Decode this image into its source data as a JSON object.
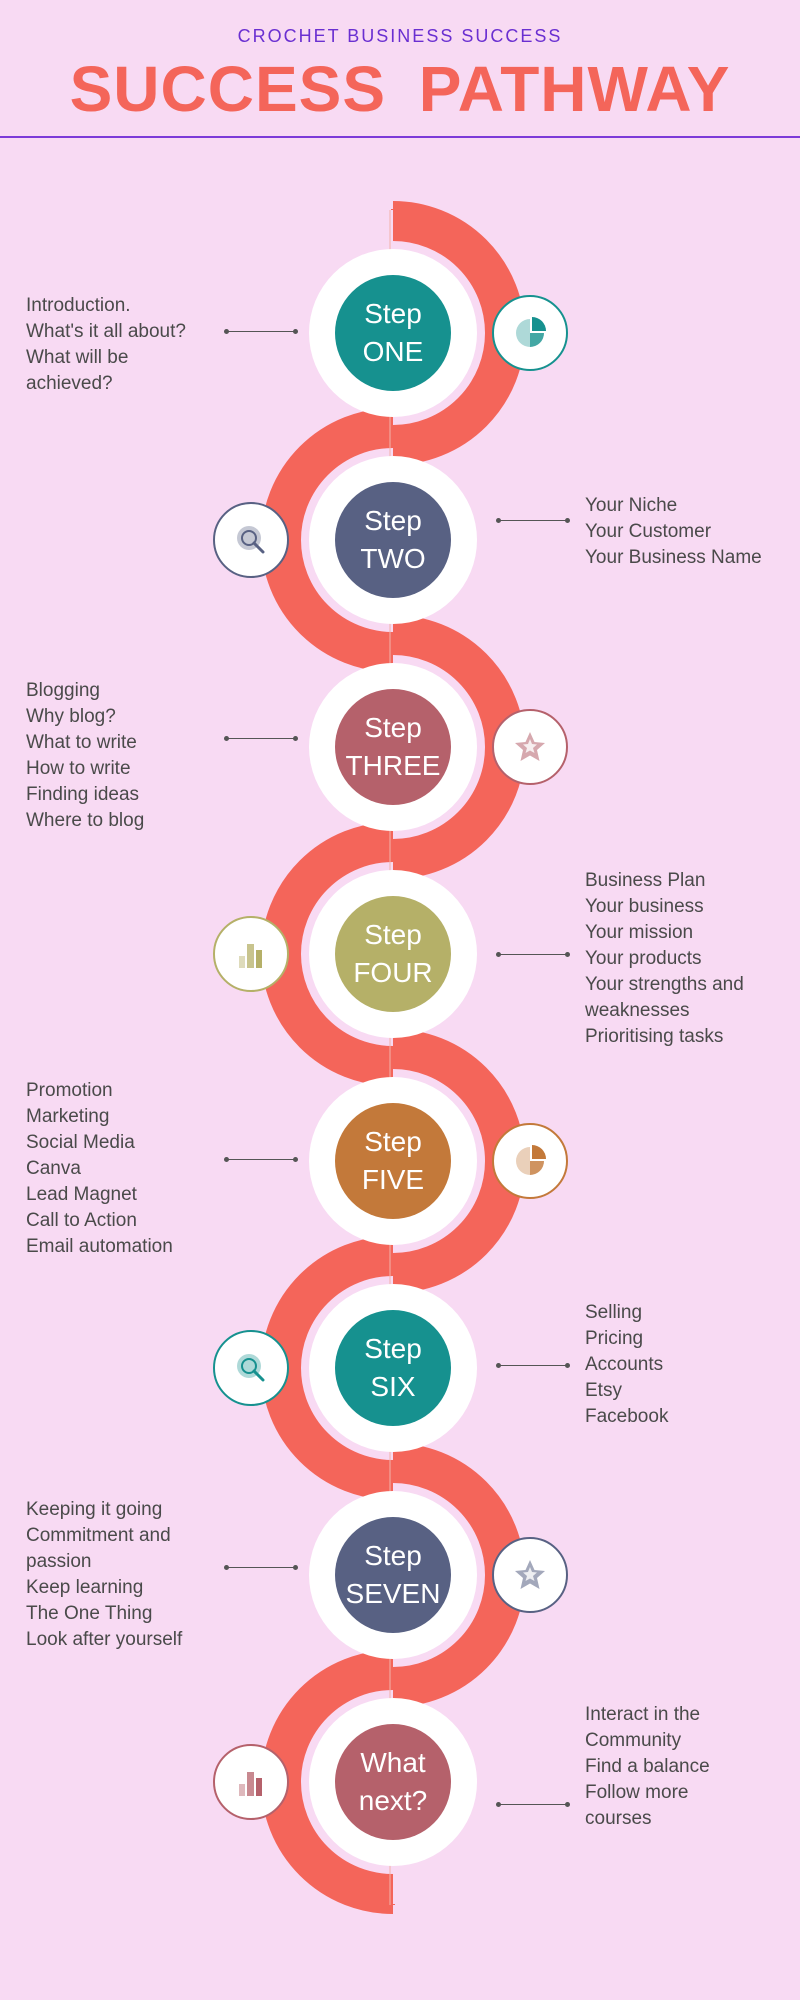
{
  "header": {
    "kicker": "CROCHET BUSINESS SUCCESS",
    "title": "SUCCESS  PATHWAY"
  },
  "colors": {
    "background": "#f8daf3",
    "path": "#f4655a",
    "title": "#f4655a",
    "kicker": "#6a2fd1"
  },
  "steps": [
    {
      "line1": "Step",
      "line2": "ONE",
      "color": "#16918f",
      "icon": "pie-chart-icon",
      "items": "Introduction.\nWhat's it all about?\nWhat will be\nachieved?"
    },
    {
      "line1": "Step",
      "line2": "TWO",
      "color": "#586183",
      "icon": "magnifier-icon",
      "items": "Your Niche\nYour Customer\nYour Business Name"
    },
    {
      "line1": "Step",
      "line2": "THREE",
      "color": "#b5616b",
      "icon": "star-icon",
      "items": "Blogging\nWhy blog?\nWhat to write\nHow to write\nFinding ideas\nWhere to blog"
    },
    {
      "line1": "Step",
      "line2": "FOUR",
      "color": "#b5b068",
      "icon": "bar-chart-icon",
      "items": "Business Plan\nYour business\nYour mission\nYour products\nYour strengths and\nweaknesses\nPrioritising tasks"
    },
    {
      "line1": "Step",
      "line2": "FIVE",
      "color": "#c3793a",
      "icon": "pie-chart-icon",
      "items": "Promotion\nMarketing\nSocial Media\nCanva\nLead Magnet\nCall to Action\nEmail automation"
    },
    {
      "line1": "Step",
      "line2": "SIX",
      "color": "#16918f",
      "icon": "magnifier-icon",
      "items": "Selling\nPricing\nAccounts\nEtsy\nFacebook"
    },
    {
      "line1": "Step",
      "line2": "SEVEN",
      "color": "#586183",
      "icon": "star-icon",
      "items": "Keeping it going\nCommitment and\npassion\nKeep learning\nThe One Thing\nLook after yourself"
    },
    {
      "line1": "What",
      "line2": "next?",
      "color": "#b5616b",
      "icon": "bar-chart-icon",
      "items": "Interact in the\nCommunity\nFind a balance\nFollow more\ncourses"
    }
  ]
}
